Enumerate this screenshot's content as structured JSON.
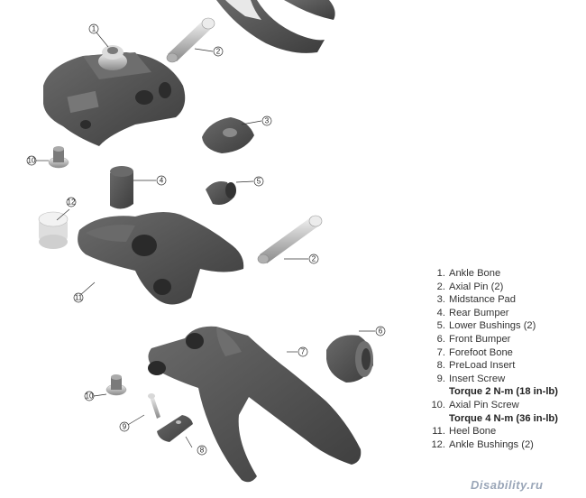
{
  "callouts": [
    "1",
    "2",
    "3",
    "4",
    "5",
    "6",
    "7",
    "8",
    "9",
    "10",
    "11",
    "12"
  ],
  "legend": [
    {
      "num": "1.",
      "text": "Ankle Bone"
    },
    {
      "num": "2.",
      "text": "Axial Pin (2)"
    },
    {
      "num": "3.",
      "text": "Midstance Pad"
    },
    {
      "num": "4.",
      "text": "Rear Bumper"
    },
    {
      "num": "5.",
      "text": "Lower Bushings (2)"
    },
    {
      "num": "6.",
      "text": "Front Bumper"
    },
    {
      "num": "7.",
      "text": "Forefoot Bone"
    },
    {
      "num": "8.",
      "text": "PreLoad Insert"
    },
    {
      "num": "9.",
      "text": "Insert Screw"
    },
    {
      "torque": "Torque 2 N-m (18 in-lb)"
    },
    {
      "num": "10.",
      "text": "Axial Pin Screw"
    },
    {
      "torque": "Torque 4 N-m (36 in-lb)"
    },
    {
      "num": "11.",
      "text": "Heel Bone"
    },
    {
      "num": "12.",
      "text": "Ankle Bushings (2)"
    }
  ],
  "watermark": "Disability.ru",
  "colors": {
    "part_dark": "#4a4a4a",
    "part_mid": "#5c5c5c",
    "metal": "#c9c9c9",
    "bg": "#ffffff"
  }
}
